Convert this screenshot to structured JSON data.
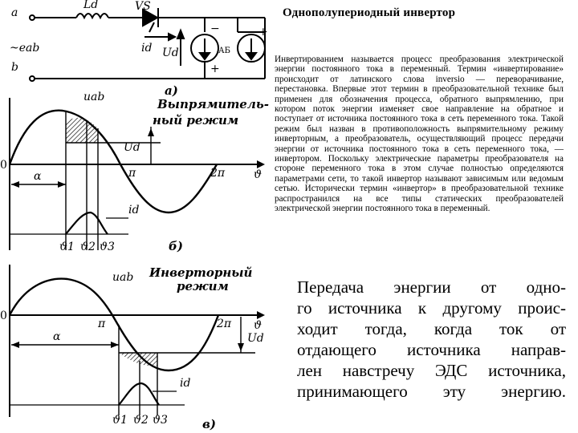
{
  "title": "Однополупериодный инвертор",
  "paragraph": "Инвертированием называется процесс преобразования электрической энергии постоянного тока в переменный. Термин «инвертирование» происходит от латинского слова inversio — перевора­чивание, перестановка. Впервые этот термин в преобразователь­ной технике был применен для обозначения процесса, обратного выпрямлению, при котором поток энергии изменяет свое направ­ление на обратное и поступает от источника постоянного тока в сеть переменного тока. Такой режим был назван в проти­воположность выпрямительному режиму инверторным, а преоб­разователь, осуществляющий процесс передачи энергии от источ­ника постоянного тока в сеть переменного тока, — инвертором. Поскольку электрические параметры преобразователя на стороне переменного тока в этом случае полностью определяются парамет­рами сети, то такой инвертор называют зависимым или ведомым сетью. Исторически термин «инвертор» в преобразовательной технике распространился на все типы статических преобразователей электрической энергии постоянного тока в переменный.",
  "emphasis_lines": [
    "Передача энергии от одно-",
    "го источника к другому проис-",
    "ходит тогда, когда ток от",
    "отдающего источника направ-",
    "лен навстречу ЭДС источника,",
    "принимающего эту энергию."
  ],
  "circuit": {
    "a": "a",
    "b": "b",
    "ld": "Ld",
    "vs": "VS",
    "uab": "~eab",
    "id": "id",
    "ud": "Ud",
    "source": "АБ",
    "minus": "−",
    "plus": "+",
    "caption": "a)"
  },
  "graph_b": {
    "mode_line1": "Выпрямитель-",
    "mode_line2": "ный режим",
    "uab": "uab",
    "ud": "Ud",
    "id": "id",
    "zero": "0",
    "alpha": "α",
    "pi": "π",
    "two_pi": "2π",
    "theta": "ϑ",
    "t1": "ϑ1",
    "t2": "ϑ2",
    "t3": "ϑ3",
    "caption": "б)"
  },
  "graph_c": {
    "mode_line1": "Инверторный",
    "mode_line2": "режим",
    "uab": "uab",
    "ud": "Ud",
    "id": "id",
    "zero": "0",
    "alpha": "α",
    "pi": "π",
    "two_pi": "2π",
    "theta": "ϑ",
    "t1": "ϑ1",
    "t2": "ϑ2",
    "t3": "ϑ3",
    "caption": "в)"
  }
}
